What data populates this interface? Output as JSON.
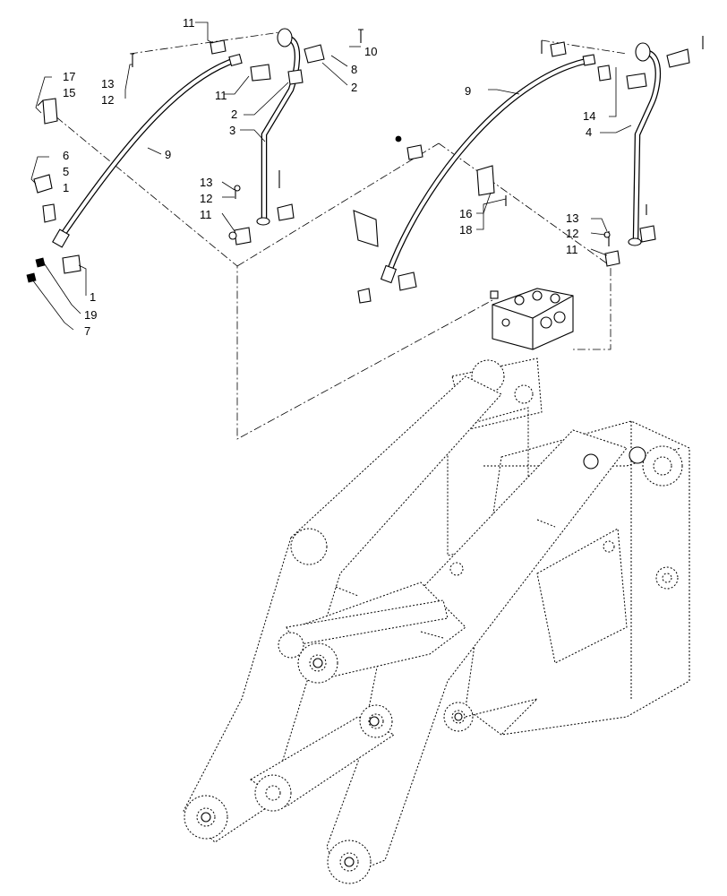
{
  "callouts": {
    "c11_top": "11",
    "c10": "10",
    "c8": "8",
    "c2_a": "2",
    "c2_b": "2",
    "c13_top": "13",
    "c12_top": "12",
    "c11_mid": "11",
    "c3": "3",
    "c17": "17",
    "c15": "15",
    "c9_left": "9",
    "c6": "6",
    "c5": "5",
    "c1_top": "1",
    "c1_bot": "1",
    "c19": "19",
    "c7": "7",
    "c13_left": "13",
    "c12_left": "12",
    "c11_left": "11",
    "c9_right": "9",
    "c14": "14",
    "c4": "4",
    "c16": "16",
    "c18": "18",
    "c13_right": "13",
    "c12_right": "12",
    "c11_right": "11"
  }
}
